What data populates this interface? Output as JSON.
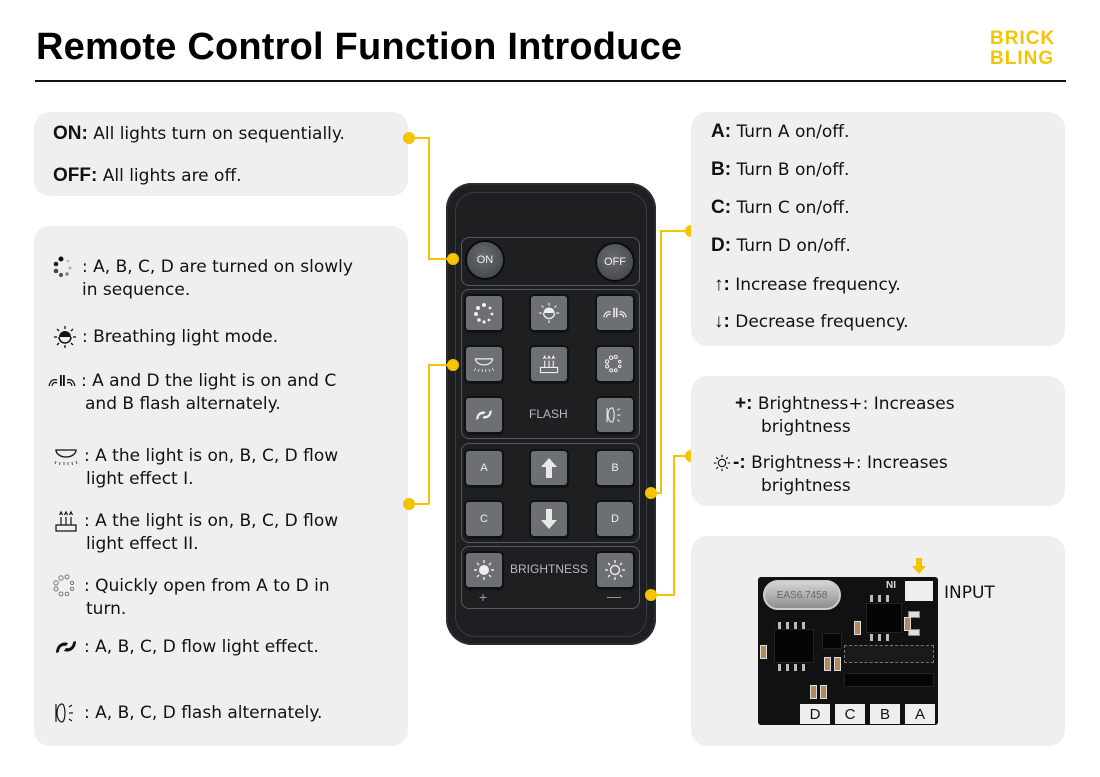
{
  "header": {
    "title": "Remote Control Function Introduce",
    "logo_line1": "BRICK",
    "logo_line2": "BLING",
    "accent_color": "#f5c400"
  },
  "power_card": {
    "items": [
      {
        "label": "ON:",
        "text": "All lights turn on sequentially."
      },
      {
        "label": "OFF:",
        "text": "All lights are off."
      }
    ]
  },
  "modes_card": {
    "items": [
      {
        "icon": "dots-circle-icon",
        "text": ": A, B, C, D are turned on slowly",
        "text2": "in sequence."
      },
      {
        "icon": "breathing-sun-icon",
        "text": ": Breathing light mode.",
        "text2": ""
      },
      {
        "icon": "fountain-icon",
        "text": ": A and D the light is on and C",
        "text2": "and B flash alternately."
      },
      {
        "icon": "lamp-shade-icon",
        "text": ": A the light is on, B, C, D flow",
        "text2": "light effect  Ⅰ."
      },
      {
        "icon": "cake-candles-icon",
        "text": ": A the light is on, B, C, D flow",
        "text2": "light effect  II."
      },
      {
        "icon": "hollow-circles-icon",
        "text": ": Quickly open from A to D in",
        "text2": "turn."
      },
      {
        "icon": "swirl-icon",
        "text": ": A, B, C, D flow light effect.",
        "text2": ""
      },
      {
        "icon": "flash-lamp-icon",
        "text": ": A, B, C, D flash alternately.",
        "text2": ""
      }
    ]
  },
  "channels_card": {
    "items": [
      {
        "label": "A:",
        "text": "Turn A on/off."
      },
      {
        "label": "B:",
        "text": "Turn B on/off."
      },
      {
        "label": "C:",
        "text": "Turn C on/off."
      },
      {
        "label": "D:",
        "text": "Turn D on/off."
      },
      {
        "label": "↑:",
        "text": "Increase frequency."
      },
      {
        "label": "↓:",
        "text": "Decrease frequency."
      }
    ]
  },
  "brightness_card": {
    "items": [
      {
        "label": "+:",
        "text": "Brightness+: Increases",
        "text2": "brightness"
      },
      {
        "label": "-:",
        "text": "Brightness+: Increases",
        "text2": "brightness"
      }
    ]
  },
  "remote": {
    "on": "ON",
    "off": "OFF",
    "flash": "FLASH",
    "brightness": "BRIGHTNESS",
    "a": "A",
    "b": "B",
    "c": "C",
    "d": "D",
    "plus": "+",
    "minus": "—"
  },
  "board": {
    "input_label": "INPUT",
    "crystal_text": "EAS6.7458",
    "ports": [
      "D",
      "C",
      "B",
      "A"
    ],
    "silk_ni": "NI"
  }
}
